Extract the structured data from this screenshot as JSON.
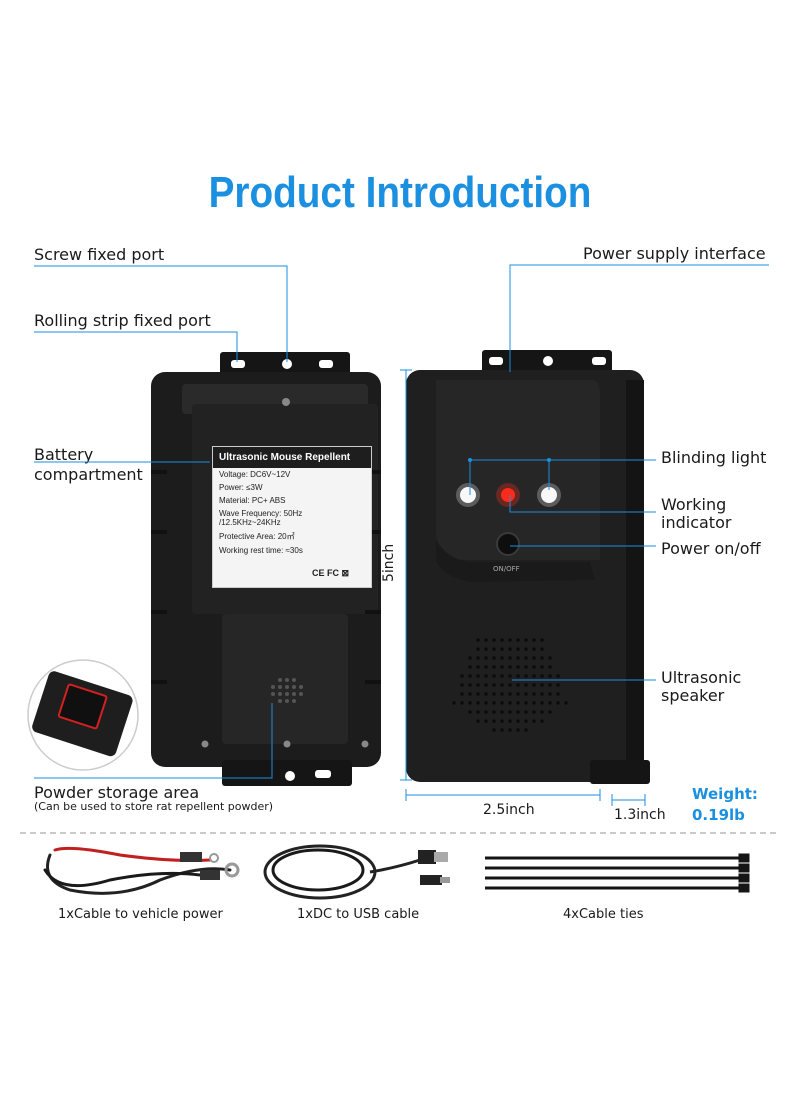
{
  "title": "Product Introduction",
  "callouts": {
    "screw_port": "Screw fixed port",
    "rolling_strip": "Rolling strip fixed port",
    "battery_1": "Battery",
    "battery_2": "compartment",
    "power_supply": "Power supply interface",
    "blinding_light": "Blinding light",
    "working_1": "Working",
    "working_2": "indicator",
    "power_onoff": "Power on/off",
    "ultrasonic_1": "Ultrasonic",
    "ultrasonic_2": "speaker",
    "powder": "Powder storage area",
    "powder_note": "(Can be used to store rat repellent powder)"
  },
  "dimensions": {
    "height": "5inch",
    "width": "2.5inch",
    "depth": "1.3inch",
    "weight_label": "Weight:",
    "weight_value": "0.19lb"
  },
  "device_label": {
    "heading": "Ultrasonic Mouse Repellent",
    "voltage": "Voltage: DC6V~12V",
    "power": "Power: ≤3W",
    "material": "Material: PC+ ABS",
    "wave": "Wave Frequency: 50Hz /12.5KHz~24KHz",
    "area": "Protective Area: 20㎡",
    "rest": "Working rest time: ≈30s",
    "certs": "CE FC ⊠",
    "button_text": "ON/OFF"
  },
  "accessories": [
    {
      "label": "1xCable to vehicle power"
    },
    {
      "label": "1xDC to USB cable"
    },
    {
      "label": "4xCable ties"
    }
  ],
  "colors": {
    "accent": "#1b8fe0",
    "device": "#1c1c1c",
    "led_red": "#ff2a1a"
  }
}
